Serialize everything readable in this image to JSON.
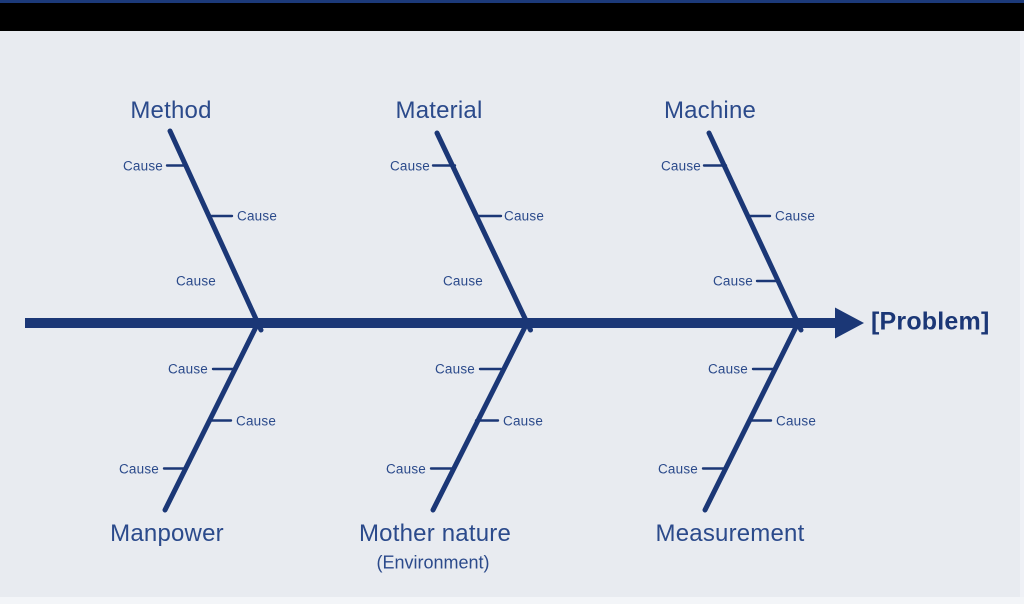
{
  "page": {
    "top_bar_color": "#1c3a7a",
    "top_band_color": "#000000",
    "canvas_color": "#e8ebf0"
  },
  "diagram": {
    "type": "fishbone",
    "line_color": "#1b3776",
    "text_color": "#2b4a8b",
    "problem_label": "[Problem]",
    "top_branches": [
      {
        "name": "Method",
        "causes": [
          "Cause",
          "Cause",
          "Cause"
        ]
      },
      {
        "name": "Material",
        "causes": [
          "Cause",
          "Cause",
          "Cause"
        ]
      },
      {
        "name": "Machine",
        "causes": [
          "Cause",
          "Cause",
          "Cause"
        ]
      }
    ],
    "bottom_branches": [
      {
        "name": "Manpower",
        "causes": [
          "Cause",
          "Cause",
          "Cause"
        ]
      },
      {
        "name": "Mother nature",
        "subtitle": "(Environment)",
        "causes": [
          "Cause",
          "Cause",
          "Cause"
        ]
      },
      {
        "name": "Measurement",
        "causes": [
          "Cause",
          "Cause",
          "Cause"
        ]
      }
    ]
  }
}
